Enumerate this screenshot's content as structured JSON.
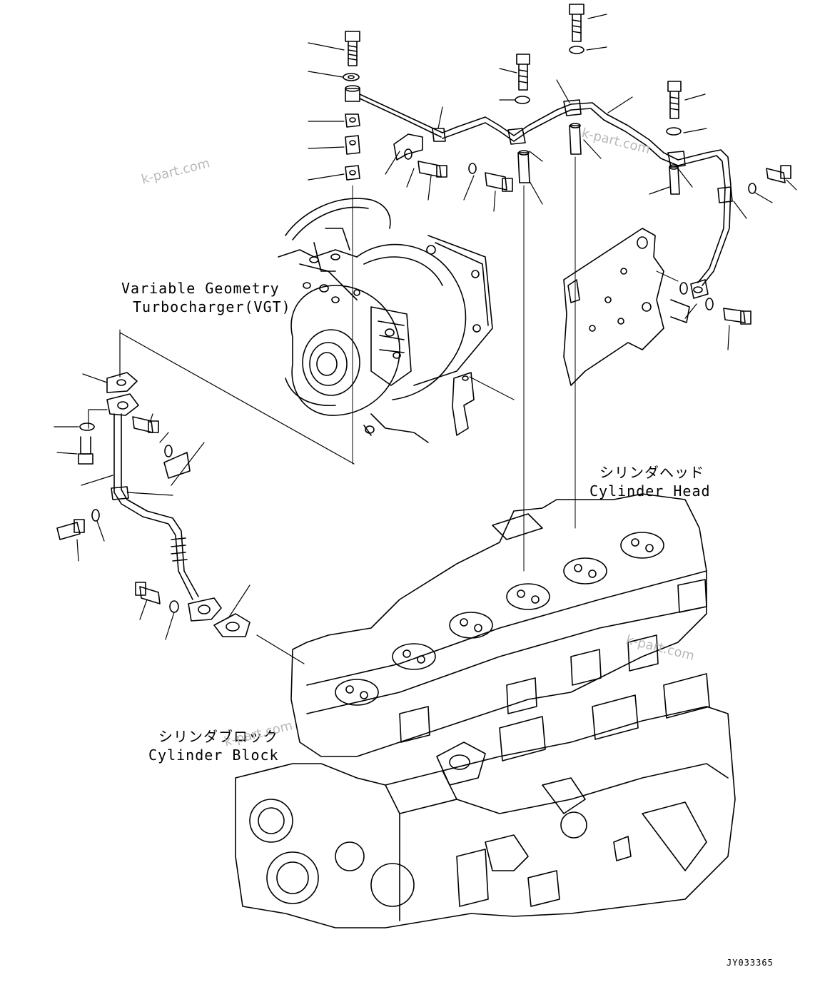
{
  "labels": {
    "vgt_line1": "Variable Geometry",
    "vgt_line2": "Turbocharger(VGT)",
    "head_jp": "シリンダヘッド",
    "head_en": "Cylinder Head",
    "block_jp": "シリンダブロック",
    "block_en": "Cylinder Block"
  },
  "drawing_code": "JY033365",
  "watermark": "k-part.com",
  "colors": {
    "line": "#000000",
    "watermark": "#b8b8b8",
    "background": "#ffffff"
  }
}
